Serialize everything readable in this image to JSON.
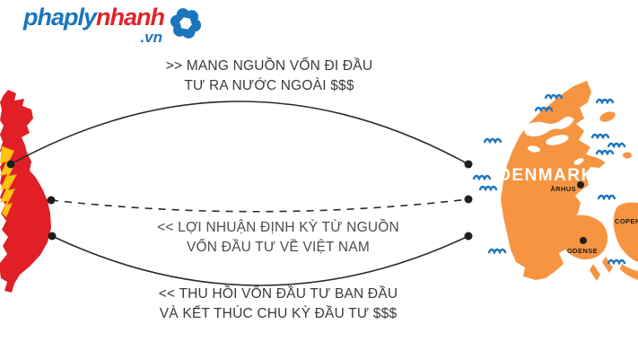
{
  "brand": {
    "name_blue": "phaply",
    "name_red": "nhanh",
    "tld": ".vn",
    "blue_color": "#1B75BC",
    "red_color": "#E32328"
  },
  "flows": {
    "outbound": {
      "line1": ">> MANG NGUỒN VỐN ĐI ĐẦU",
      "line2": "TƯ RA NƯỚC NGOÀI  $$$"
    },
    "profit": {
      "line1": "<< LỢI NHUẬN ĐỊNH KỲ TỪ NGUỒN",
      "line2": "VỐN ĐẦU TƯ VỀ VIỆT NAM"
    },
    "recovery": {
      "line1": "<< THU HỒI VỐN ĐẦU TƯ BAN ĐẦU",
      "line2": "VÀ KẾT THÚC CHU KỲ ĐẦU TƯ $$$"
    }
  },
  "maps": {
    "vietnam": {
      "red_color": "#E01F26",
      "yellow_color": "#FFC20E"
    },
    "denmark": {
      "label": "DENMARK",
      "land_color": "#F79441",
      "wave_color": "#1B75BC",
      "cities": [
        {
          "name": "ÅRHUS"
        },
        {
          "name": "ODENSE"
        },
        {
          "name": "COPENHAGEN"
        }
      ]
    }
  }
}
